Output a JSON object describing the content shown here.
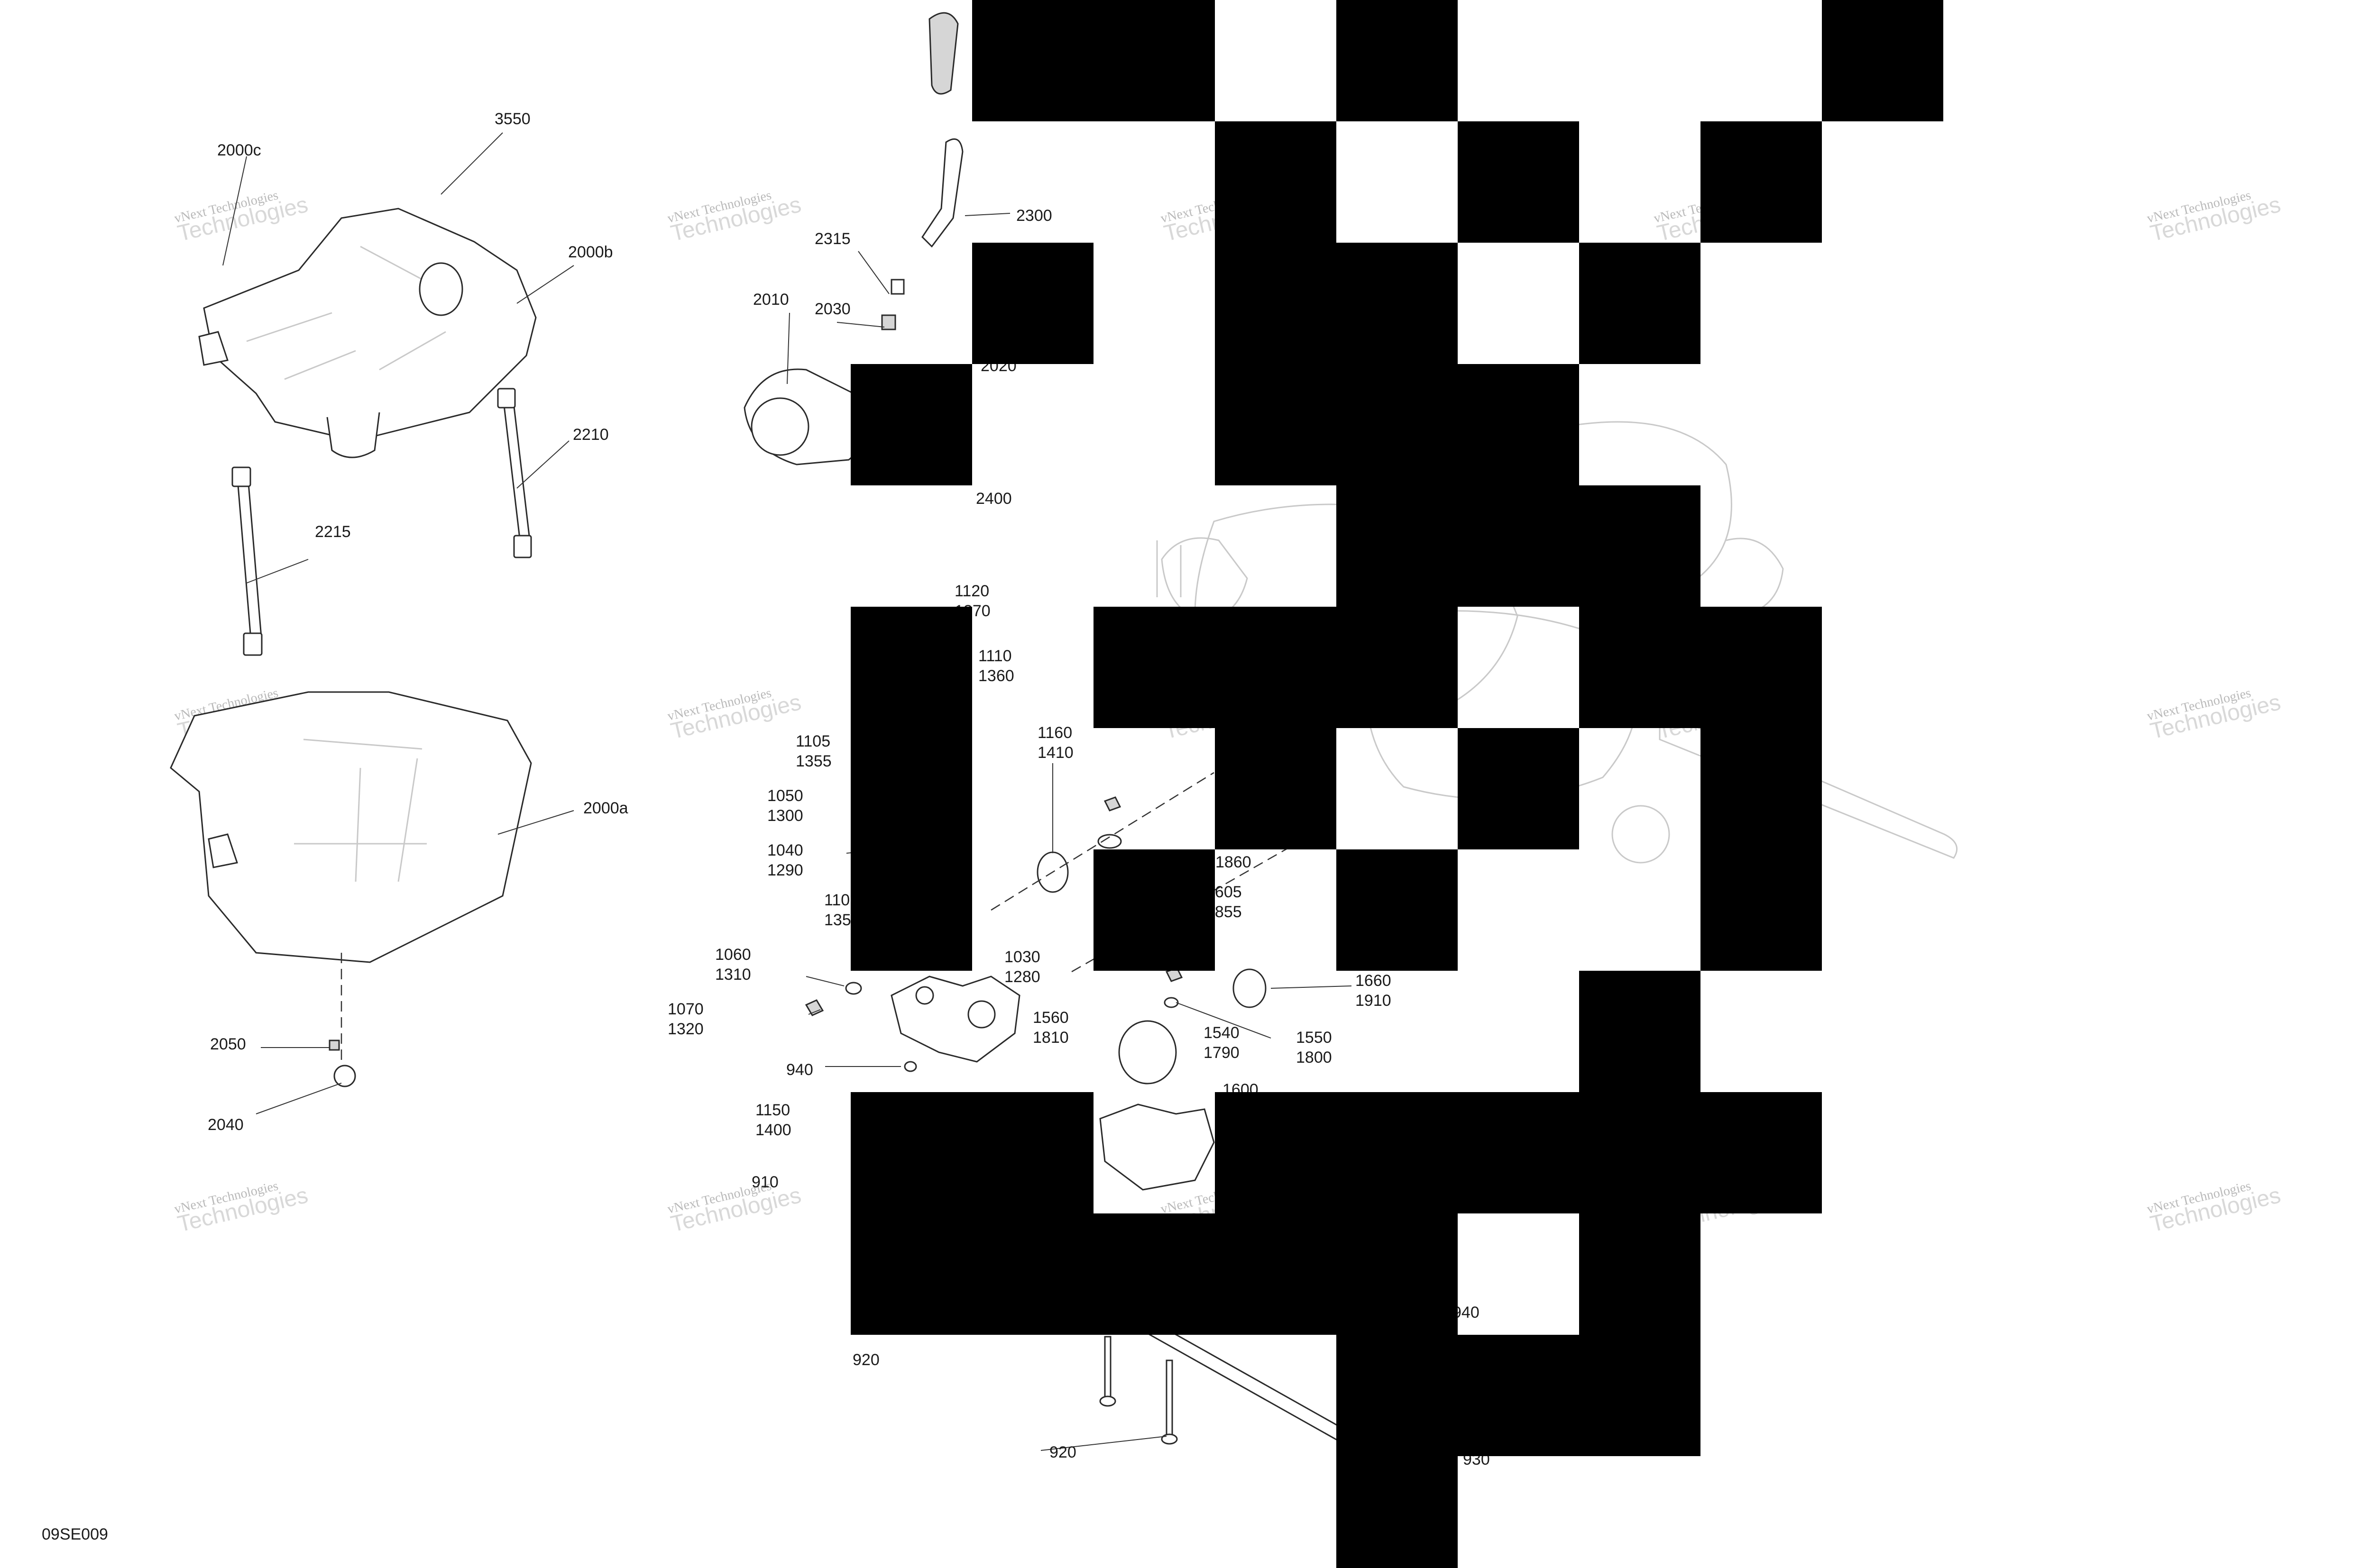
{
  "diagram_id": "09SE009",
  "watermark": {
    "line1": "vNext Technologies",
    "line2": "Technologies"
  },
  "callouts": [
    {
      "id": "c3550",
      "lines": [
        "3550"
      ]
    },
    {
      "id": "c2000c",
      "lines": [
        "2000c"
      ]
    },
    {
      "id": "c2000b",
      "lines": [
        "2000b"
      ]
    },
    {
      "id": "c2210",
      "lines": [
        "2210"
      ]
    },
    {
      "id": "c2215",
      "lines": [
        "2215"
      ]
    },
    {
      "id": "c2000a",
      "lines": [
        "2000a"
      ]
    },
    {
      "id": "c2050",
      "lines": [
        "2050"
      ]
    },
    {
      "id": "c2040",
      "lines": [
        "2040"
      ]
    },
    {
      "id": "c2300",
      "lines": [
        "2300"
      ]
    },
    {
      "id": "c2315",
      "lines": [
        "2315"
      ]
    },
    {
      "id": "c2010",
      "lines": [
        "2010"
      ]
    },
    {
      "id": "c2030",
      "lines": [
        "2030"
      ]
    },
    {
      "id": "c2020",
      "lines": [
        "2020"
      ]
    },
    {
      "id": "c2400",
      "lines": [
        "2400"
      ]
    },
    {
      "id": "c1120",
      "lines": [
        "1120",
        "1370"
      ]
    },
    {
      "id": "c1110",
      "lines": [
        "1110",
        "1360"
      ]
    },
    {
      "id": "c1160",
      "lines": [
        "1160",
        "1410"
      ]
    },
    {
      "id": "c1105",
      "lines": [
        "1105",
        "1355"
      ]
    },
    {
      "id": "c1050",
      "lines": [
        "1050",
        "1300"
      ]
    },
    {
      "id": "c1040",
      "lines": [
        "1040",
        "1290"
      ]
    },
    {
      "id": "c1100",
      "lines": [
        "110",
        "135"
      ]
    },
    {
      "id": "c1860",
      "lines": [
        "1860"
      ]
    },
    {
      "id": "c1605",
      "lines": [
        "1605",
        "1855"
      ]
    },
    {
      "id": "c1060",
      "lines": [
        "1060",
        "1310"
      ]
    },
    {
      "id": "c1030",
      "lines": [
        "1030",
        "1280"
      ]
    },
    {
      "id": "c1070",
      "lines": [
        "1070",
        "1320"
      ]
    },
    {
      "id": "c1660",
      "lines": [
        "1660",
        "1910"
      ]
    },
    {
      "id": "c1560",
      "lines": [
        "1560",
        "1810"
      ]
    },
    {
      "id": "c1540",
      "lines": [
        "1540",
        "1790"
      ]
    },
    {
      "id": "c1550",
      "lines": [
        "1550",
        "1800"
      ]
    },
    {
      "id": "c940a",
      "lines": [
        "940"
      ]
    },
    {
      "id": "c1150",
      "lines": [
        "1150",
        "1400"
      ]
    },
    {
      "id": "c1600",
      "lines": [
        "1600"
      ]
    },
    {
      "id": "c910",
      "lines": [
        "910"
      ]
    },
    {
      "id": "c920a",
      "lines": [
        "920"
      ]
    },
    {
      "id": "c940b",
      "lines": [
        "940"
      ]
    },
    {
      "id": "c920b",
      "lines": [
        "920"
      ]
    },
    {
      "id": "c930",
      "lines": [
        "930"
      ]
    }
  ]
}
